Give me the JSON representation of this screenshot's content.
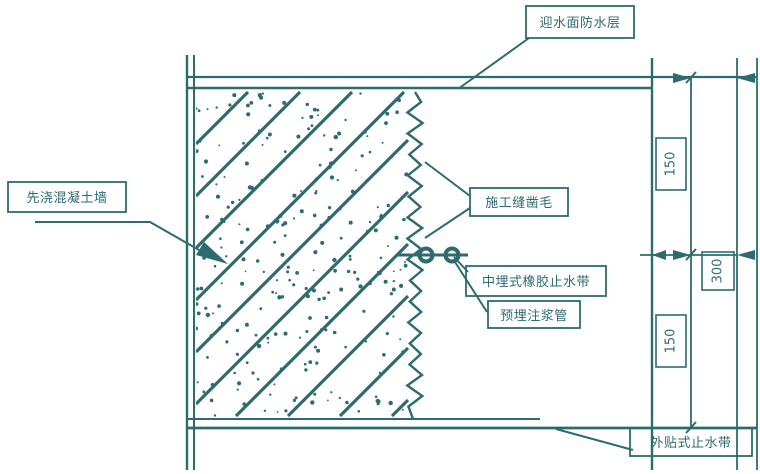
{
  "drawing": {
    "labels": {
      "top_face": "迎水面防水层",
      "first_cast": "先浇混凝土墙",
      "joint_surface": "施工缝凿毛",
      "waterstop": "中埋式橡胶止水带",
      "grout_pipe": "预埋注浆管",
      "external_waterstop": "外贴式止水带"
    },
    "dimensions": {
      "upper": "150",
      "lower": "150",
      "total": "300"
    },
    "colors": {
      "ink": "#2e6b6e",
      "background": "#ffffff"
    }
  }
}
